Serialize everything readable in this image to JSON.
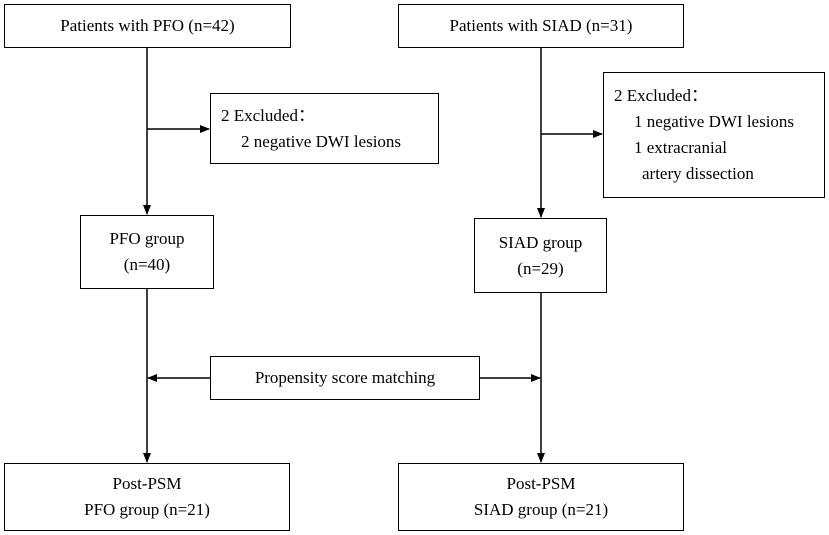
{
  "nodes": {
    "pfo_patients": {
      "lines": [
        "Patients with PFO (n=42)"
      ]
    },
    "siad_patients": {
      "lines": [
        "Patients with SIAD (n=31)"
      ]
    },
    "pfo_excluded": {
      "title": "2 Excluded：",
      "items": [
        "2 negative DWI lesions"
      ]
    },
    "siad_excluded": {
      "title": "2 Excluded：",
      "items": [
        "1 negative DWI lesions",
        "1 extracranial",
        "artery dissection"
      ]
    },
    "pfo_group": {
      "lines": [
        "PFO group",
        "(n=40)"
      ]
    },
    "siad_group": {
      "lines": [
        "SIAD group",
        "(n=29)"
      ]
    },
    "psm": {
      "lines": [
        "Propensity score matching"
      ]
    },
    "pfo_post": {
      "lines": [
        "Post-PSM",
        "PFO group (n=21)"
      ]
    },
    "siad_post": {
      "lines": [
        "Post-PSM",
        "SIAD group (n=21)"
      ]
    }
  }
}
